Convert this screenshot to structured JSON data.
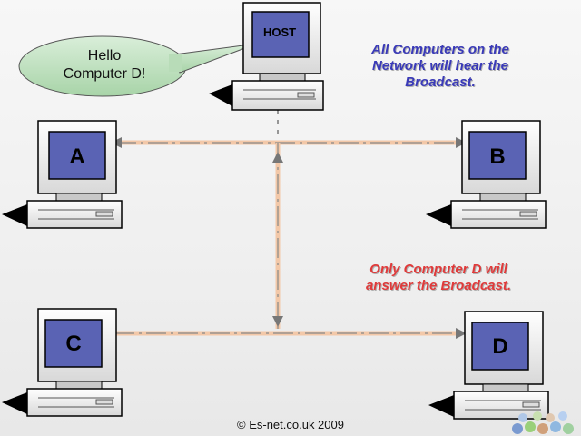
{
  "speech_bubble": {
    "text": "Hello\nComputer D!"
  },
  "captions": {
    "top": "All Computers on the\nNetwork will hear the\nBroadcast.",
    "bottom": "Only Computer D will\nanswer the Broadcast."
  },
  "computers": [
    {
      "id": "host",
      "label": "HOST"
    },
    {
      "id": "a",
      "label": "A"
    },
    {
      "id": "b",
      "label": "B"
    },
    {
      "id": "c",
      "label": "C"
    },
    {
      "id": "d",
      "label": "D"
    }
  ],
  "copyright": "© Es-net.co.uk 2009",
  "colors": {
    "screen_blue": "#5a63b4",
    "network_line": "#f3c8a8",
    "bubble_fill": "#bfe0bf",
    "top_caption": "#3a3ab8",
    "bottom_caption": "#e03a3a"
  }
}
